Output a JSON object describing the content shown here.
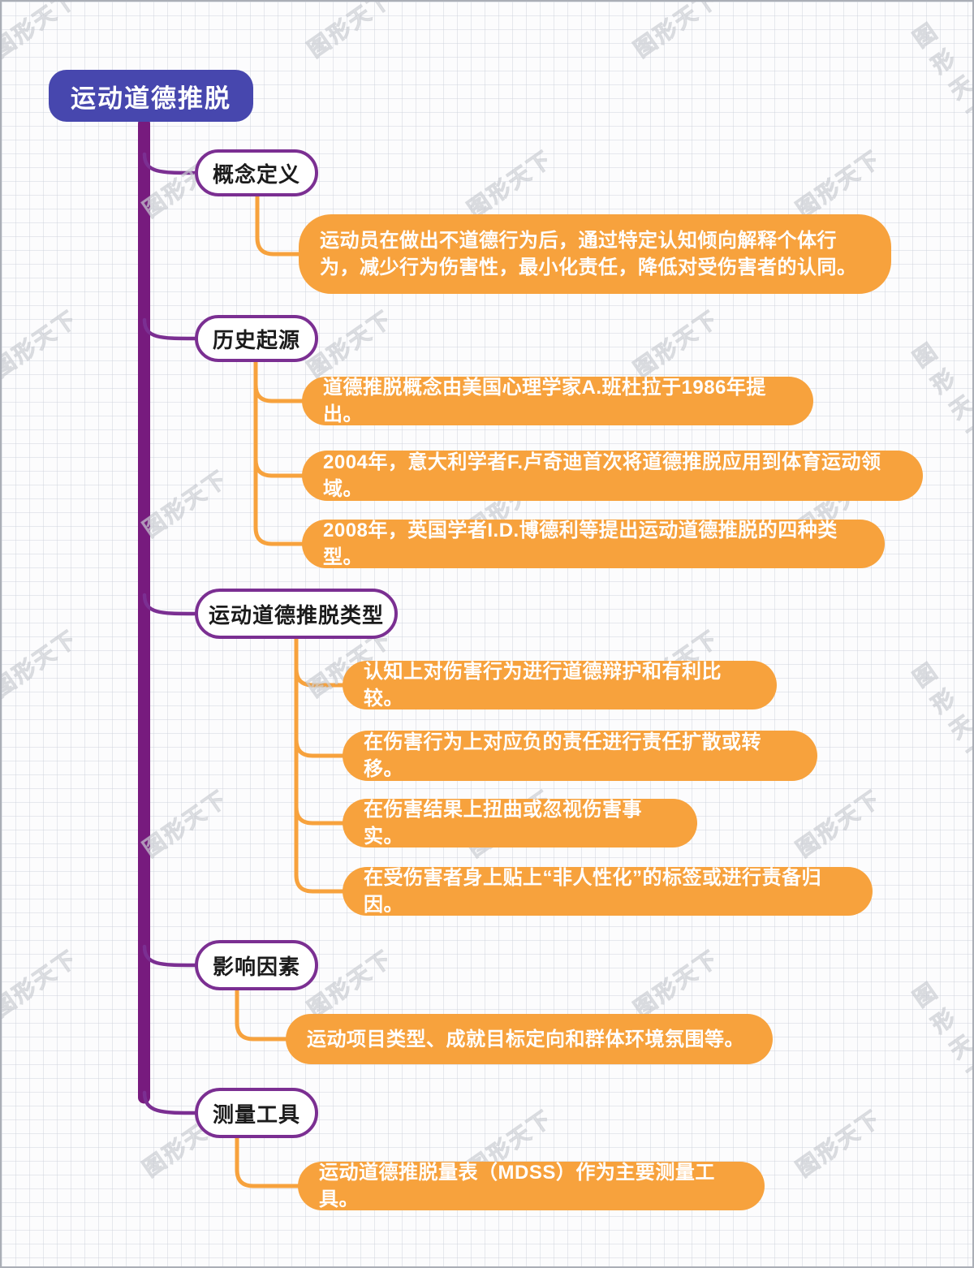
{
  "root": {
    "label": "运动道德推脱"
  },
  "watermark": {
    "text": "图形天下"
  },
  "colors": {
    "root_bg": "#4747AE",
    "trunk": "#771B7E",
    "branch_border": "#7B2F92",
    "child_bg": "#F7A23D",
    "child_text": "#FFFFFF"
  },
  "branches": [
    {
      "label": "概念定义",
      "children": [
        "运动员在做出不道德行为后，通过特定认知倾向解释个体行为，减少行为伤害性，最小化责任，降低对受伤害者的认同。"
      ]
    },
    {
      "label": "历史起源",
      "children": [
        "道德推脱概念由美国心理学家A.班杜拉于1986年提出。",
        "2004年，意大利学者F.卢奇迪首次将道德推脱应用到体育运动领域。",
        "2008年，英国学者I.D.博德利等提出运动道德推脱的四种类型。"
      ]
    },
    {
      "label": "运动道德推脱类型",
      "children": [
        "认知上对伤害行为进行道德辩护和有利比较。",
        "在伤害行为上对应负的责任进行责任扩散或转移。",
        "在伤害结果上扭曲或忽视伤害事实。",
        "在受伤害者身上贴上“非人性化”的标签或进行责备归因。"
      ]
    },
    {
      "label": "影响因素",
      "children": [
        "运动项目类型、成就目标定向和群体环境氛围等。"
      ]
    },
    {
      "label": "测量工具",
      "children": [
        "运动道德推脱量表（MDSS）作为主要测量工具。"
      ]
    }
  ]
}
